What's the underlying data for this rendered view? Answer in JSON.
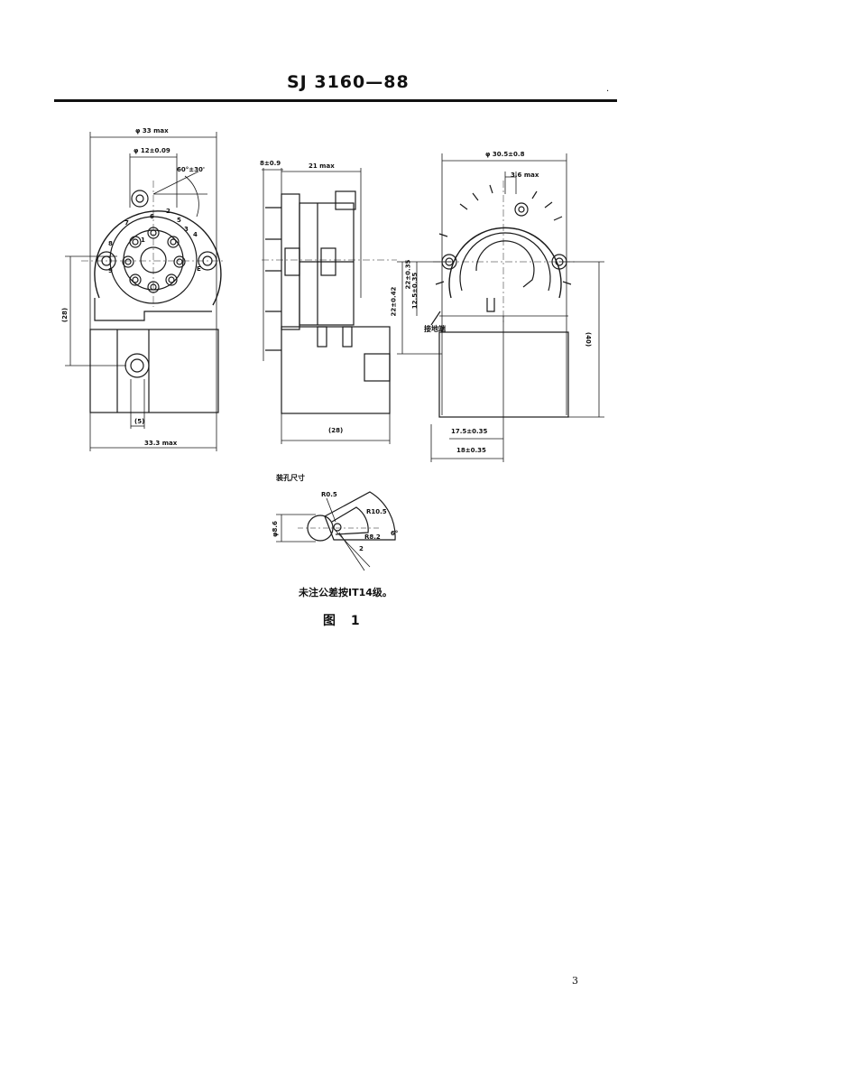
{
  "header": {
    "standard_no": "SJ 3160—88",
    "corner_mark": "·"
  },
  "figure": {
    "front_view": {
      "dims": {
        "outer_dia": "φ 33 max",
        "inner_dia": "φ 12±0.09",
        "angle": "60°±30'",
        "height_left": "(28)",
        "bottom_small": "(5)",
        "bottom_width": "33.3 max"
      },
      "contact_numbers": [
        "1",
        "2",
        "3",
        "4",
        "5",
        "6",
        "7",
        "8",
        "9",
        "E"
      ]
    },
    "side_view": {
      "dims": {
        "top_small": "8±0.9",
        "top_width": "21 max",
        "bottom_width": "(28)"
      }
    },
    "rear_view": {
      "dims": {
        "outer_dia": "φ 30.5±0.8",
        "top_small": "3.6 max",
        "left_1": "22±0.35",
        "left_2": "22±0.42",
        "left_3": "12.5±0.35",
        "right_height": "(40)",
        "bottom_1": "17.5±0.35",
        "bottom_2": "18±0.35"
      },
      "label_ground": "接地端"
    },
    "hole_detail": {
      "title": "装孔尺寸",
      "dims": {
        "r1": "R0.5",
        "r2": "R10.5",
        "r3": "R8.2",
        "angle": "6°",
        "dia": "φ8.6",
        "small": "2"
      }
    },
    "note": "未注公差按IT14级。",
    "caption": "图  1"
  },
  "page_number": "3"
}
